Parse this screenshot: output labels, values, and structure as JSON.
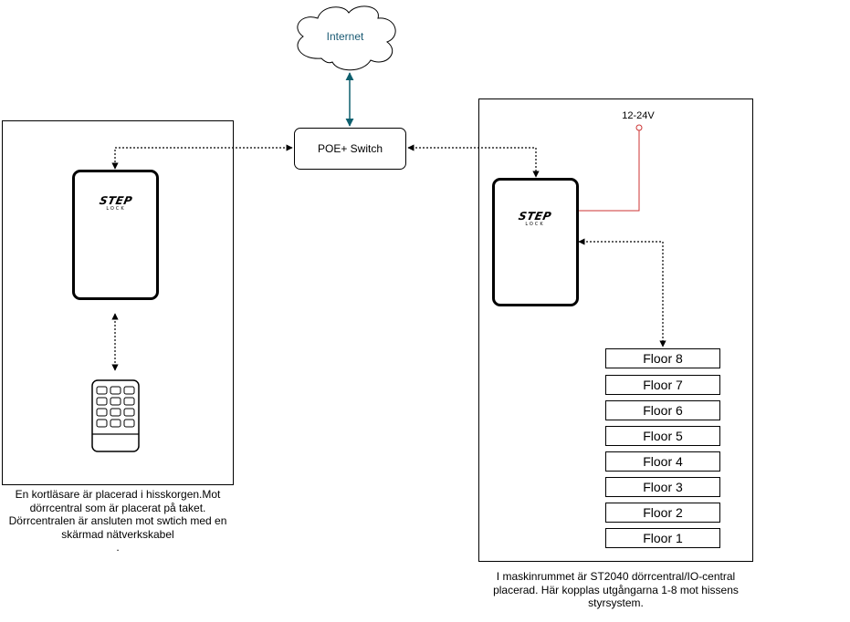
{
  "cloud": {
    "label": "Internet"
  },
  "switch": {
    "label": "POE+ Switch"
  },
  "power": {
    "label": "12-24V"
  },
  "logo": {
    "main": "STEP",
    "sub": "LOCK"
  },
  "floors": [
    "Floor 8",
    "Floor 7",
    "Floor 6",
    "Floor 5",
    "Floor 4",
    "Floor 3",
    "Floor 2",
    "Floor 1"
  ],
  "captions": {
    "left_lines": [
      "En kortläsare är placerad i hisskorgen.Mot",
      "dörrcentral som är placerat på taket.",
      "Dörrcentralen är ansluten mot swtich med en",
      "skärmad nätverkskabel",
      "."
    ],
    "right_lines": [
      "I maskinrummet är ST2040 dörrcentral/IO-central",
      "placerad. Här kopplas utgångarna 1-8 mot hissens",
      "styrsystem."
    ]
  },
  "colors": {
    "cloud_text": "#1a5a73",
    "link_teal": "#0d5f6e",
    "power_red": "#cc3333",
    "stroke": "#000000"
  }
}
